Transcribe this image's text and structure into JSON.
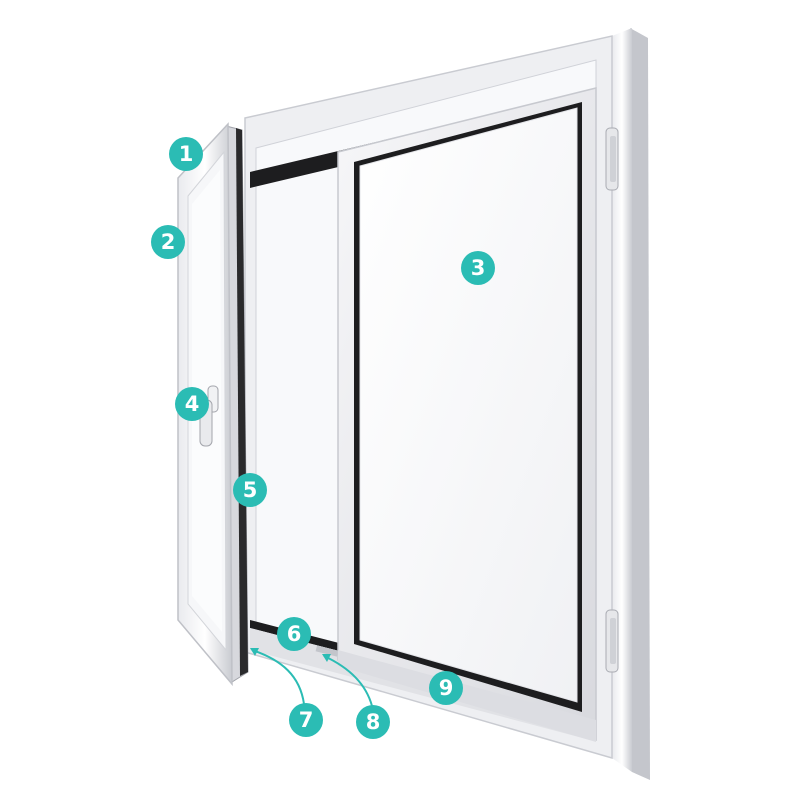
{
  "colors": {
    "badge": "#2bbcb4",
    "badge_text": "#ffffff",
    "frame_light": "#f4f4f6",
    "frame_mid": "#dcdde2",
    "frame_dark": "#b9bbc2",
    "glass": "#fafbfd",
    "seal": "#1d1d1f",
    "pointer_line": "#2bbcb4"
  },
  "callouts": [
    {
      "label": "1"
    },
    {
      "label": "2"
    },
    {
      "label": "3"
    },
    {
      "label": "4"
    },
    {
      "label": "5"
    },
    {
      "label": "6"
    },
    {
      "label": "7"
    },
    {
      "label": "8"
    },
    {
      "label": "9"
    }
  ]
}
